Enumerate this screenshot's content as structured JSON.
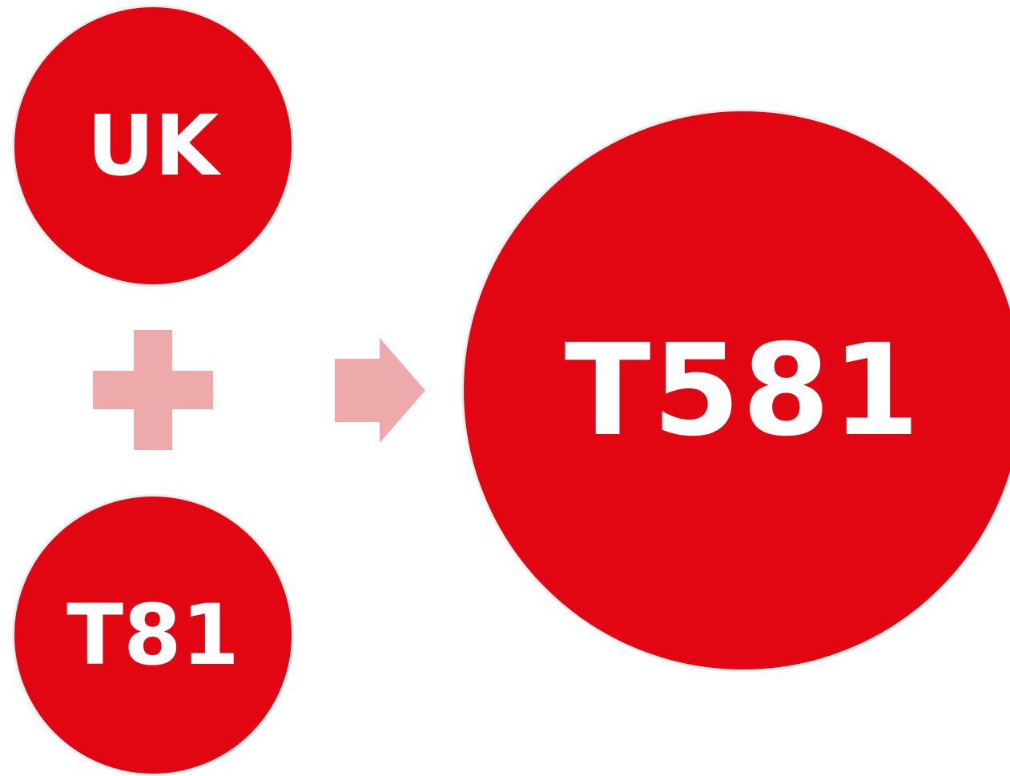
{
  "colors": {
    "circle_fill": "#e20613",
    "symbol_fill": "#eea9aa",
    "text": "#ffffff"
  },
  "diagram": {
    "inputs": [
      {
        "label": "UK"
      },
      {
        "label": "T81"
      }
    ],
    "operator_icon": "plus-icon",
    "flow_icon": "arrow-right-icon",
    "result": {
      "label": "T581"
    }
  }
}
